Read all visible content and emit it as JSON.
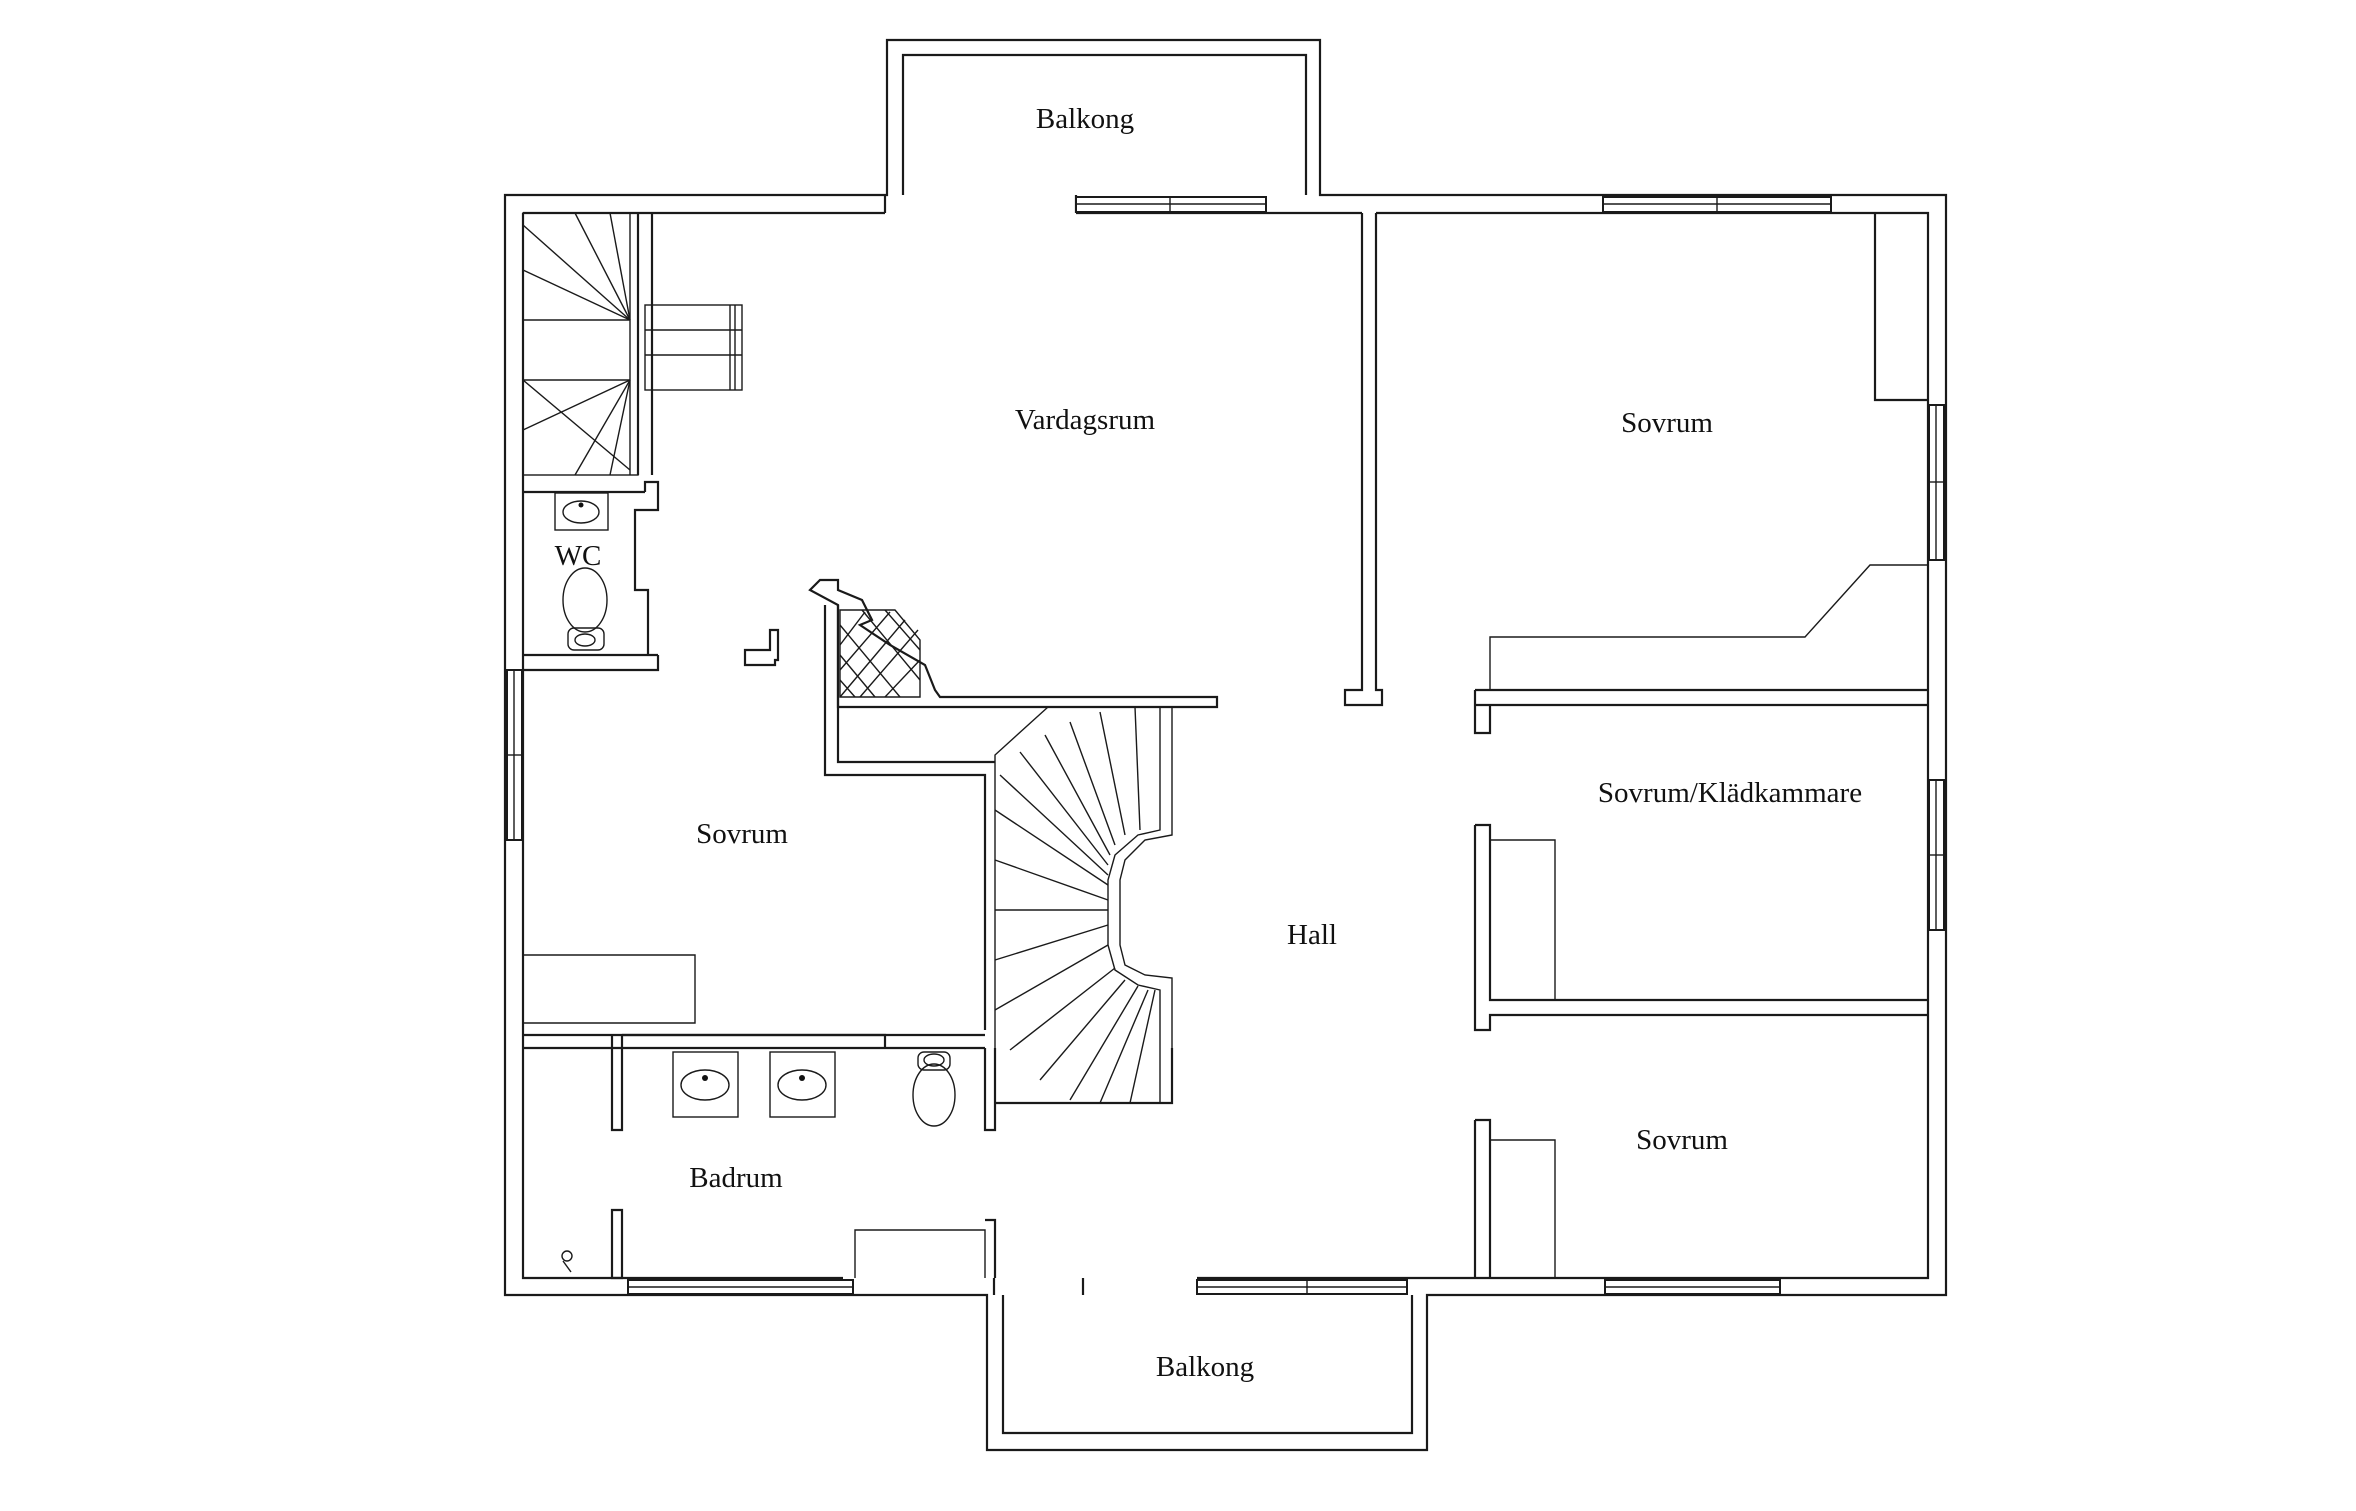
{
  "rooms": {
    "balcony_top": "Balkong",
    "living_room": "Vardagsrum",
    "bedroom_ne": "Sovrum",
    "wc": "WC",
    "bedroom_w": "Sovrum",
    "bedroom_closet": "Sovrum/Klädkammare",
    "hall": "Hall",
    "bathroom": "Badrum",
    "bedroom_se": "Sovrum",
    "balcony_bottom": "Balkong"
  }
}
